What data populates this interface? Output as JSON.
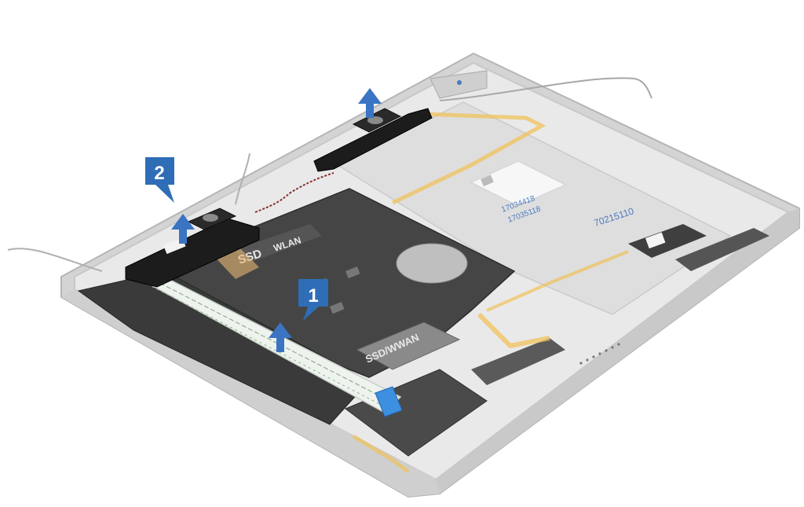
{
  "diagram": {
    "callouts": [
      {
        "number": "1",
        "target": "speaker-cable"
      },
      {
        "number": "2",
        "target": "speakers"
      }
    ],
    "board_labels": {
      "ssd": "SSD",
      "wlan": "WLAN",
      "ssd_wwan": "SSD/WWAN"
    },
    "printed_numbers": {
      "line_a": "17034418",
      "line_b": "17035118",
      "line_c": "70215110"
    },
    "colors": {
      "callout_fill": "#2f6db6",
      "arrow_fill": "#3a74c2",
      "frame": "#bdbdbd",
      "shield": "#3e3e3e",
      "flex_cable": "#f0c25a",
      "speaker": "#1c1c1c",
      "connector_tab": "#3d8fe0"
    }
  }
}
